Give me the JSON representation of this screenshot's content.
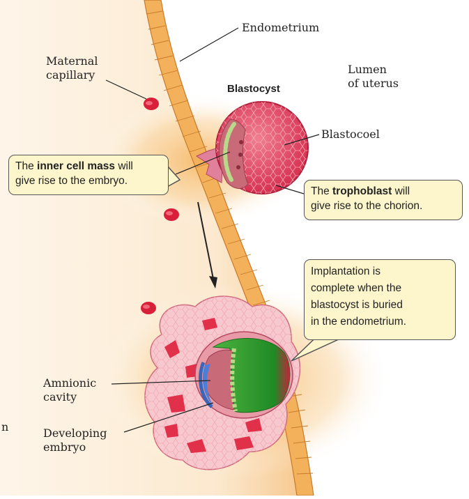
{
  "labels": {
    "endometrium": "Endometrium",
    "maternal_line1": "Maternal",
    "maternal_line2": "capillary",
    "lumen_line1": "Lumen",
    "lumen_line2": "of uterus",
    "blastocyst": "Blastocyst",
    "blastocoel": "Blastocoel",
    "amnionic_line1": "Amnionic",
    "amnionic_line2": "cavity",
    "developing_line1": "Developing",
    "developing_line2": "embryo",
    "edge_fragment": "n"
  },
  "callouts": {
    "inner_cell_mass": {
      "pre": "The ",
      "bold": "inner cell mass",
      "post": " will",
      "line2": "give rise to the embryo."
    },
    "trophoblast": {
      "pre": "The ",
      "bold": "trophoblast",
      "post": " will",
      "line2": "give rise to the chorion."
    },
    "implantation": {
      "line1": "Implantation is",
      "line2": "complete when the",
      "line3": "blastocyst is buried",
      "line4": "in the endometrium."
    }
  },
  "colors": {
    "endometrium_band": "#f2b15a",
    "endometrium_cells": "#c97a2a",
    "tissue_glow": "#f7c07a",
    "capillary_red": "#d8203a",
    "blastocyst_pink": "#e8506a",
    "inner_cell_mass": "#c46a6a",
    "trophoblast_ring": "#b9d98a",
    "embryo_green": "#2f9a2f",
    "amnion_blue": "#4a7ed8",
    "callout_fill": "#fdf6cc",
    "tissue_pink": "#f7c9cf"
  }
}
